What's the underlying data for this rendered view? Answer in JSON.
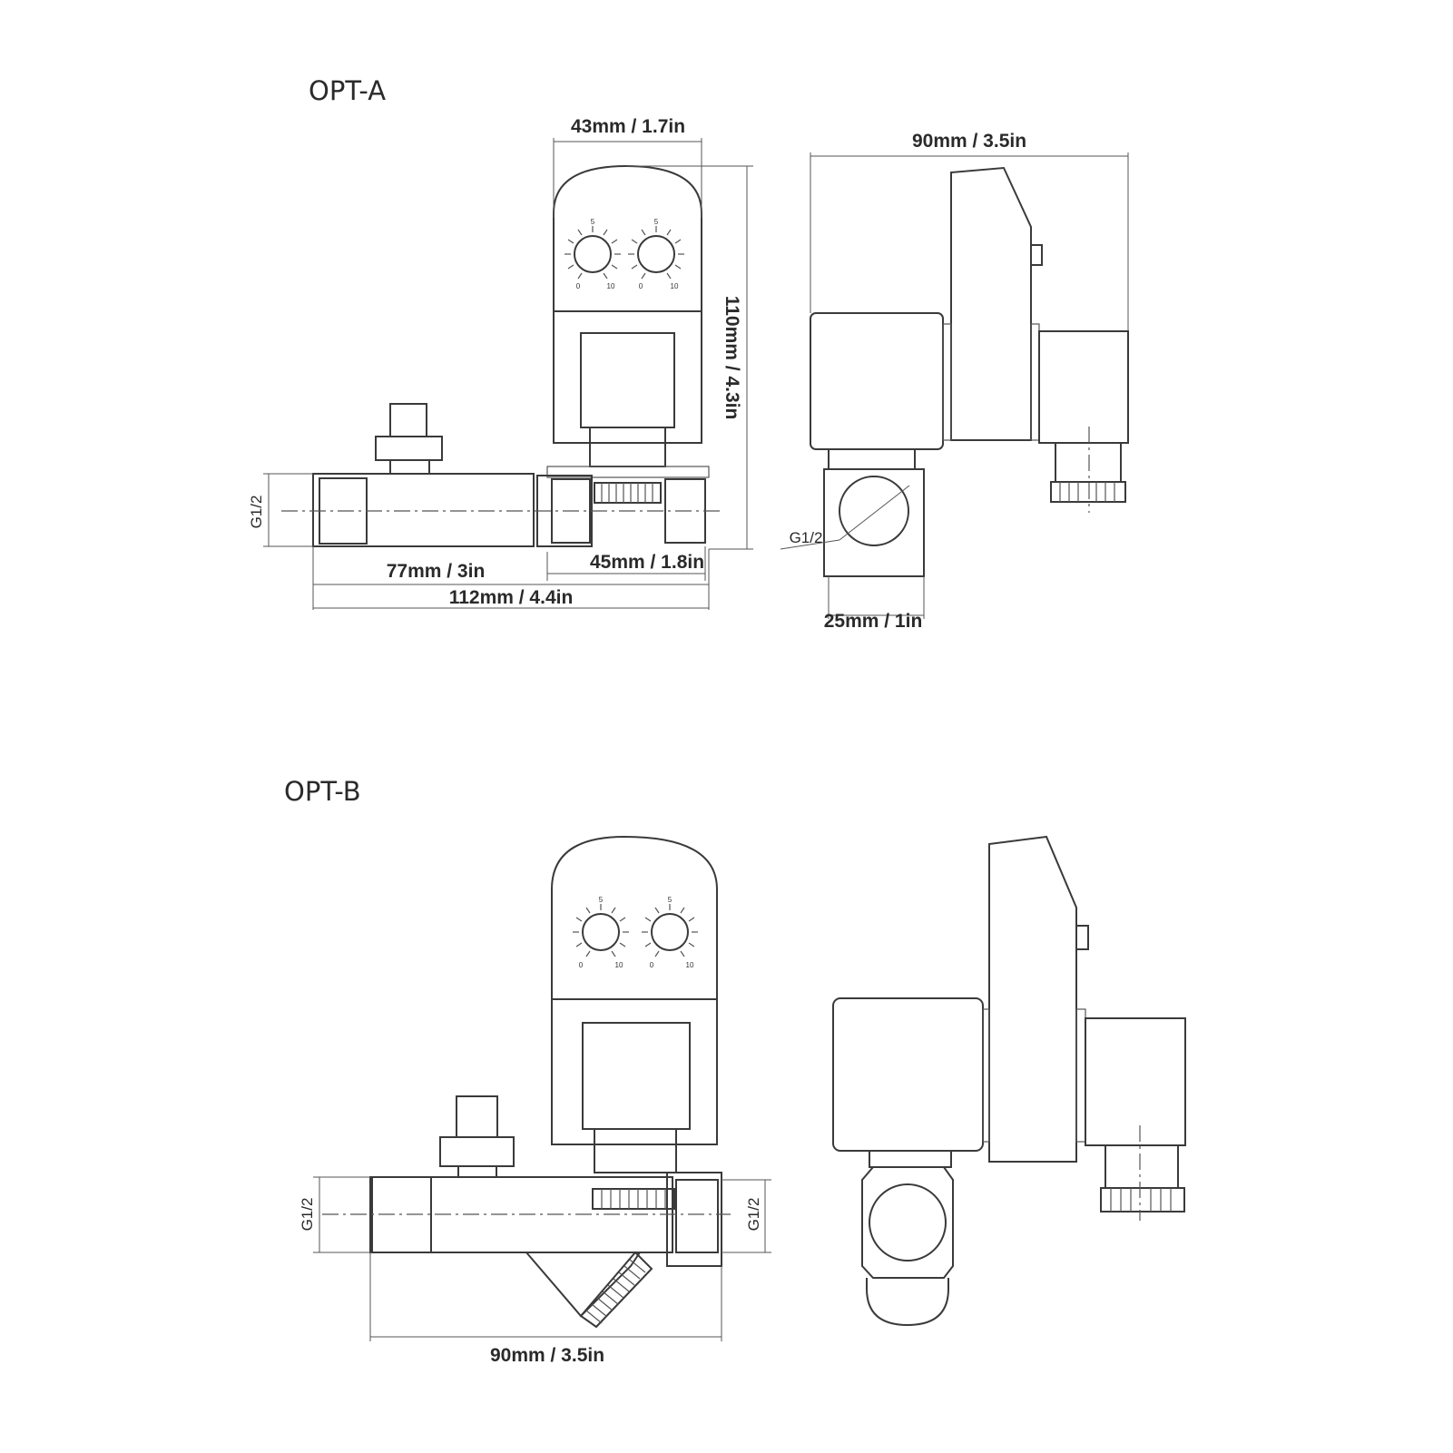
{
  "option_a": {
    "title": "OPT-A",
    "dim_width_front": "43mm / 1.7in",
    "dim_width_side": "90mm / 3.5in",
    "dim_height": "110mm / 4.3in",
    "dim_length_inner": "77mm / 3in",
    "dim_length_total": "112mm / 4.4in",
    "dim_body": "45mm / 1.8in",
    "dim_port": "25mm / 1in",
    "thread_front": "G1/2",
    "thread_side": "G1/2",
    "dial_scale": {
      "mid": "5",
      "min": "0",
      "max": "10"
    }
  },
  "option_b": {
    "title": "OPT-B",
    "dim_length": "90mm / 3.5in",
    "thread_inlet": "G1/2",
    "thread_outlet": "G1/2",
    "dial_scale": {
      "mid": "5",
      "min": "0",
      "max": "10"
    }
  }
}
